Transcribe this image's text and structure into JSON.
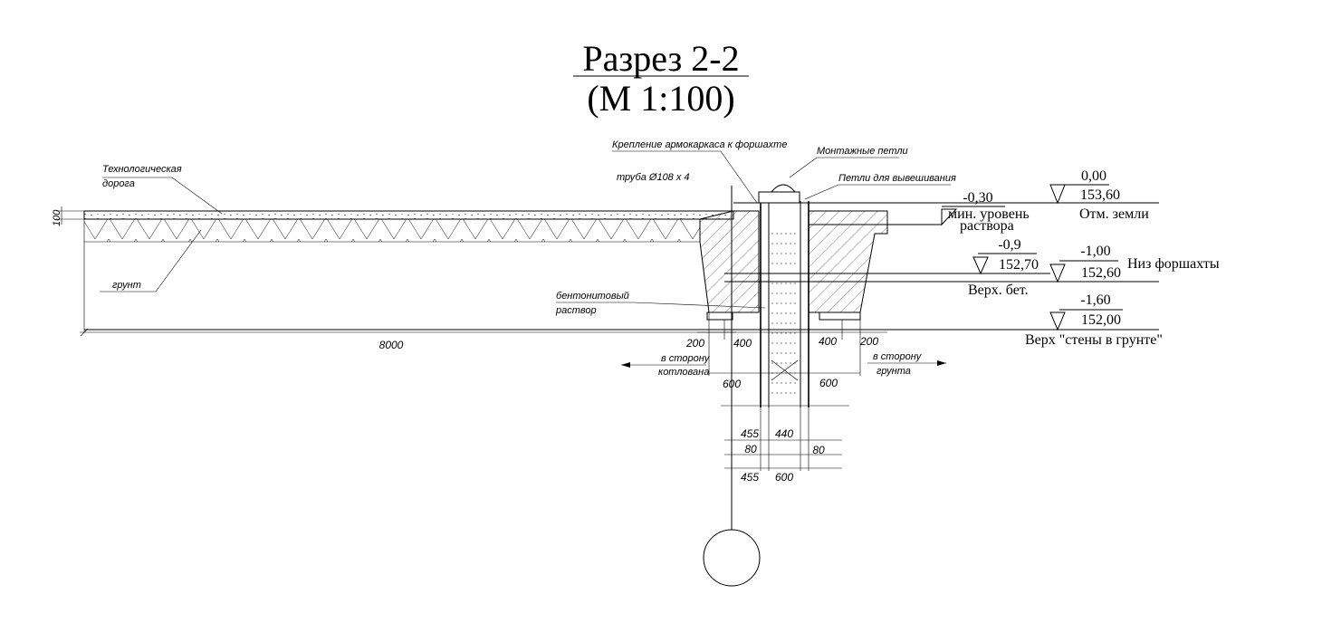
{
  "title": {
    "line1": "Разрез 2-2",
    "line2": "(М 1:100)"
  },
  "callouts": {
    "road": "Технологическая дорога",
    "road_line1": "Технологическая",
    "road_line2": "дорога",
    "soil": "грунт",
    "bentonite_line1": "бентонитовый",
    "bentonite_line2": "раствор",
    "cage_fixing": "Крепление армокаркаса к форшахте",
    "pipe": "труба  Ø108 х 4",
    "mount_loops": "Монтажные петли",
    "hang_loops": "Петли для вывешивания"
  },
  "elevations": {
    "ground": {
      "rel": "0,00",
      "abs": "153,60",
      "label": "Отм. земли"
    },
    "min_mortar": {
      "rel": "-0,30",
      "label_line1": "мин. уровень",
      "label_line2": "раствора"
    },
    "top_concrete": {
      "rel": "-0,9",
      "abs": "152,70",
      "label": "Верх. бет."
    },
    "guide_wall_bottom": {
      "rel": "-1,00",
      "abs": "152,60",
      "label": "Низ форшахты"
    },
    "wall_top": {
      "rel": "-1,60",
      "abs": "152,00",
      "label": "Верх \"стены в грунте\""
    }
  },
  "dimensions": {
    "road_thickness": "100",
    "road_length": "8000",
    "left_200": "200",
    "left_400": "400",
    "right_400": "400",
    "right_200": "200",
    "left_600": "600",
    "right_600": "600",
    "d455a": "455",
    "d440": "440",
    "d80a": "80",
    "d80b": "80",
    "d455b": "455",
    "d600": "600"
  },
  "directions": {
    "to_pit_line1": "в сторону",
    "to_pit_line2": "котлована",
    "to_soil_line1": "в сторону",
    "to_soil_line2": "грунта"
  },
  "colors": {
    "ink": "#000000",
    "background": "#ffffff"
  }
}
